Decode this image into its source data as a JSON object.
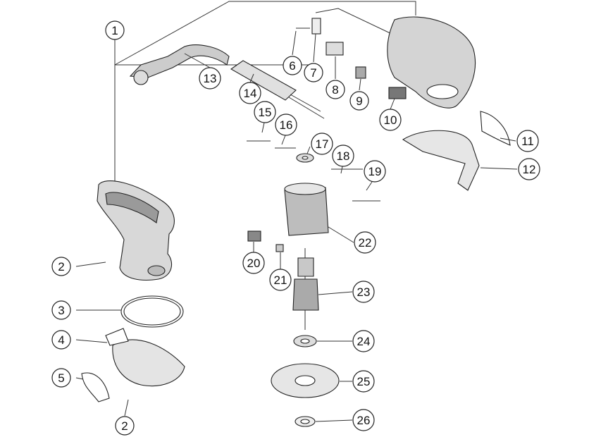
{
  "diagram": {
    "type": "exploded-parts-diagram",
    "callouts": [
      "1",
      "2",
      "3",
      "4",
      "5",
      "2",
      "6",
      "7",
      "8",
      "9",
      "10",
      "11",
      "12",
      "13",
      "14",
      "15",
      "16",
      "17",
      "18",
      "19",
      "20",
      "21",
      "22",
      "23",
      "24",
      "25",
      "26"
    ]
  }
}
